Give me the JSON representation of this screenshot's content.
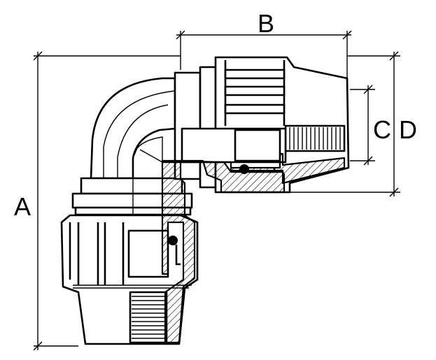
{
  "drawing": {
    "subject": "elbow-fitting-section",
    "dimensions": {
      "a_label": "A",
      "b_label": "B",
      "c_label": "C",
      "d_label": "D"
    },
    "colors": {
      "line": "#000000",
      "background": "#ffffff"
    }
  }
}
